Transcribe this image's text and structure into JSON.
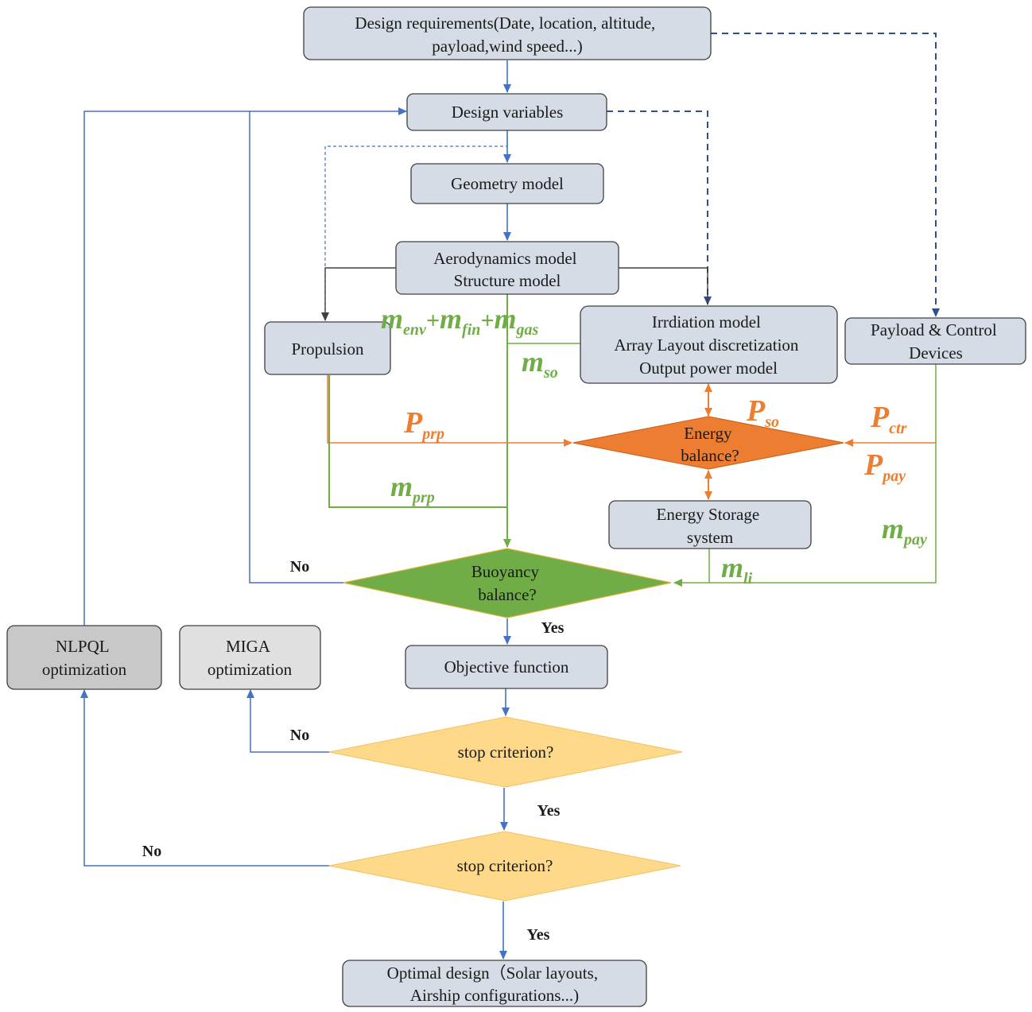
{
  "nodes": {
    "design_requirements": [
      "Design requirements(Date, location, altitude,",
      "payload,wind speed...)"
    ],
    "design_variables": [
      "Design variables"
    ],
    "geometry_model": [
      "Geometry model"
    ],
    "aero_structure": [
      "Aerodynamics model",
      "Structure model"
    ],
    "propulsion": [
      "Propulsion"
    ],
    "irradiation": [
      "Irrdiation model",
      "Array Layout discretization",
      "Output power model"
    ],
    "payload_control": [
      "Payload & Control",
      "Devices"
    ],
    "energy_balance": [
      "Energy",
      "balance?"
    ],
    "energy_storage": [
      "Energy Storage",
      "system"
    ],
    "buoyancy_balance": [
      "Buoyancy",
      "balance?"
    ],
    "objective_function": [
      "Objective function"
    ],
    "stop_criterion_1": [
      "stop criterion?"
    ],
    "stop_criterion_2": [
      "stop criterion?"
    ],
    "nlpql": [
      "NLPQL",
      "optimization"
    ],
    "miga": [
      "MIGA",
      "optimization"
    ],
    "optimal_design": [
      "Optimal design（Solar layouts,",
      "Airship configurations...)"
    ]
  },
  "labels": {
    "no": "No",
    "yes": "Yes"
  },
  "variables": {
    "m_env_main": "m",
    "m_env_sub": "env",
    "plus": "+",
    "m_fin_main": "m",
    "m_fin_sub": "fin",
    "m_gas_main": "m",
    "m_gas_sub": "gas",
    "m_so_main": "m",
    "m_so_sub": "so",
    "p_prp_main": "P",
    "p_prp_sub": "prp",
    "m_prp_main": "m",
    "m_prp_sub": "prp",
    "p_so_main": "P",
    "p_so_sub": "so",
    "p_ctr_main": "P",
    "p_ctr_sub": "ctr",
    "p_pay_main": "P",
    "p_pay_sub": "pay",
    "m_pay_main": "m",
    "m_pay_sub": "pay",
    "m_li_main": "m",
    "m_li_sub": "li"
  },
  "colors": {
    "box_fill": "#d6dce5",
    "box_stroke": "#404040",
    "blue": "#4472c4",
    "dark_blue": "#2f4f8f",
    "green": "#70ad47",
    "orange": "#ed7d31",
    "yellow": "#ffd98a",
    "nlpql_fill": "#c8c8c8",
    "miga_fill": "#e0e0e0"
  }
}
